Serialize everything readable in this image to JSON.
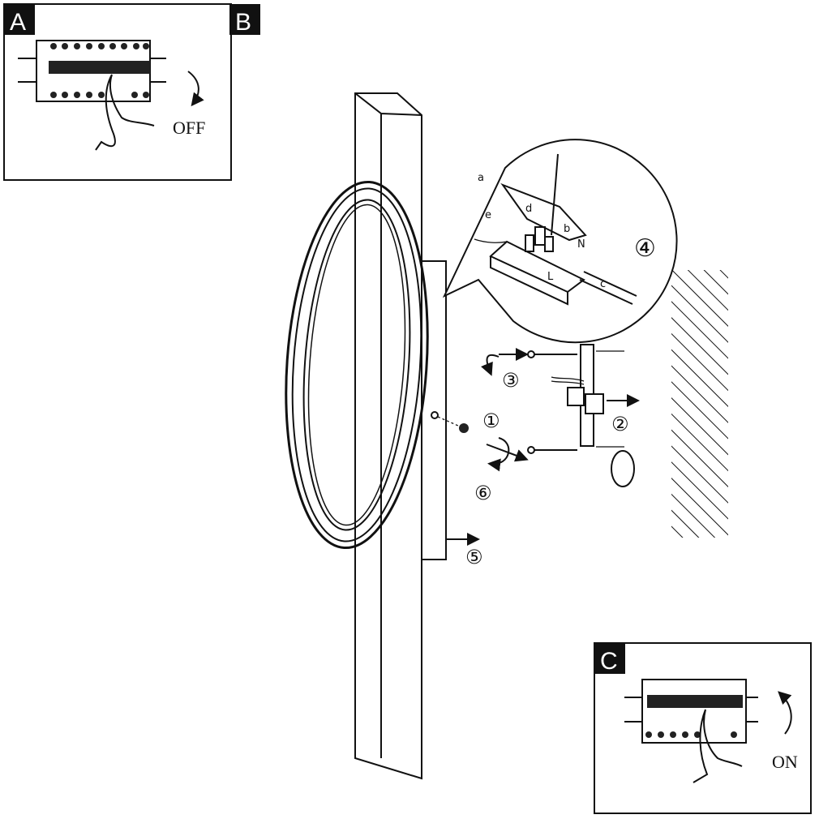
{
  "panel_off": {
    "tag_a": "A",
    "tag_b": "B",
    "label": "OFF"
  },
  "panel_on": {
    "tag_c": "C",
    "label": "ON"
  },
  "steps": {
    "s1": "①",
    "s2": "②",
    "s3": "③",
    "s4": "④",
    "s5": "⑤",
    "s6": "⑥"
  },
  "detail": {
    "a": "a",
    "b": "b",
    "c": "c",
    "d": "d",
    "e": "e",
    "l": "L",
    "n": "N"
  }
}
